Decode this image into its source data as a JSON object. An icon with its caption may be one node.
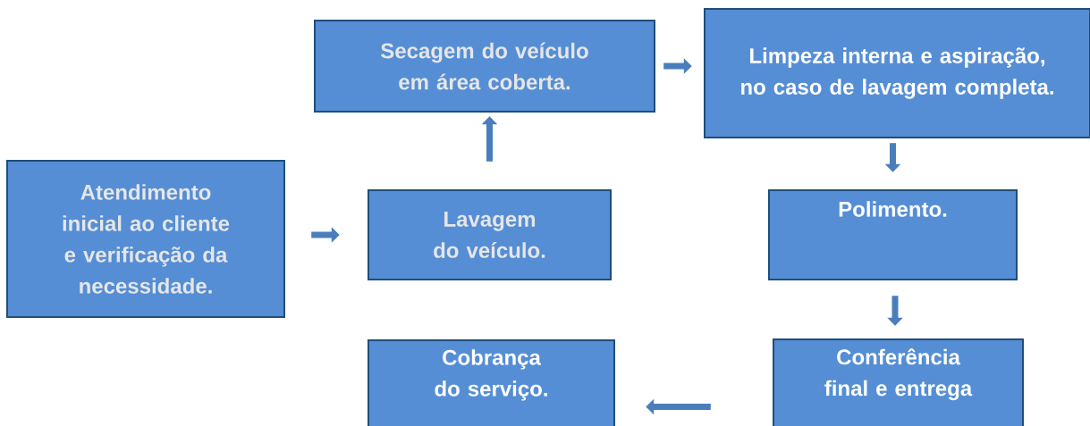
{
  "diagram": {
    "nodes": [
      {
        "text": [
          "Atendimento inicial ao cliente e verificação da necessidade."
        ]
      },
      {
        "text": [
          "Lavagem do veículo."
        ]
      },
      {
        "text": [
          "Secagem do veículo em área coberta."
        ]
      },
      {
        "text": [
          "Limpeza interna e aspiração, no caso de lavagem completa."
        ]
      },
      {
        "text": [
          "Polimento."
        ]
      },
      {
        "text": [
          "Conferência final e entrega"
        ]
      },
      {
        "text": [
          "Cobrança do serviço."
        ]
      }
    ],
    "edges": [
      {
        "from": 0,
        "to": 1,
        "arrow": "to"
      },
      {
        "from": 1,
        "to": 2,
        "arrow": "to"
      },
      {
        "from": 2,
        "to": 3,
        "arrow": "to"
      },
      {
        "from": 3,
        "to": 4,
        "arrow": "to"
      },
      {
        "from": 4,
        "to": 5,
        "arrow": "to"
      },
      {
        "from": 5,
        "to": 6,
        "arrow": "to"
      }
    ]
  }
}
